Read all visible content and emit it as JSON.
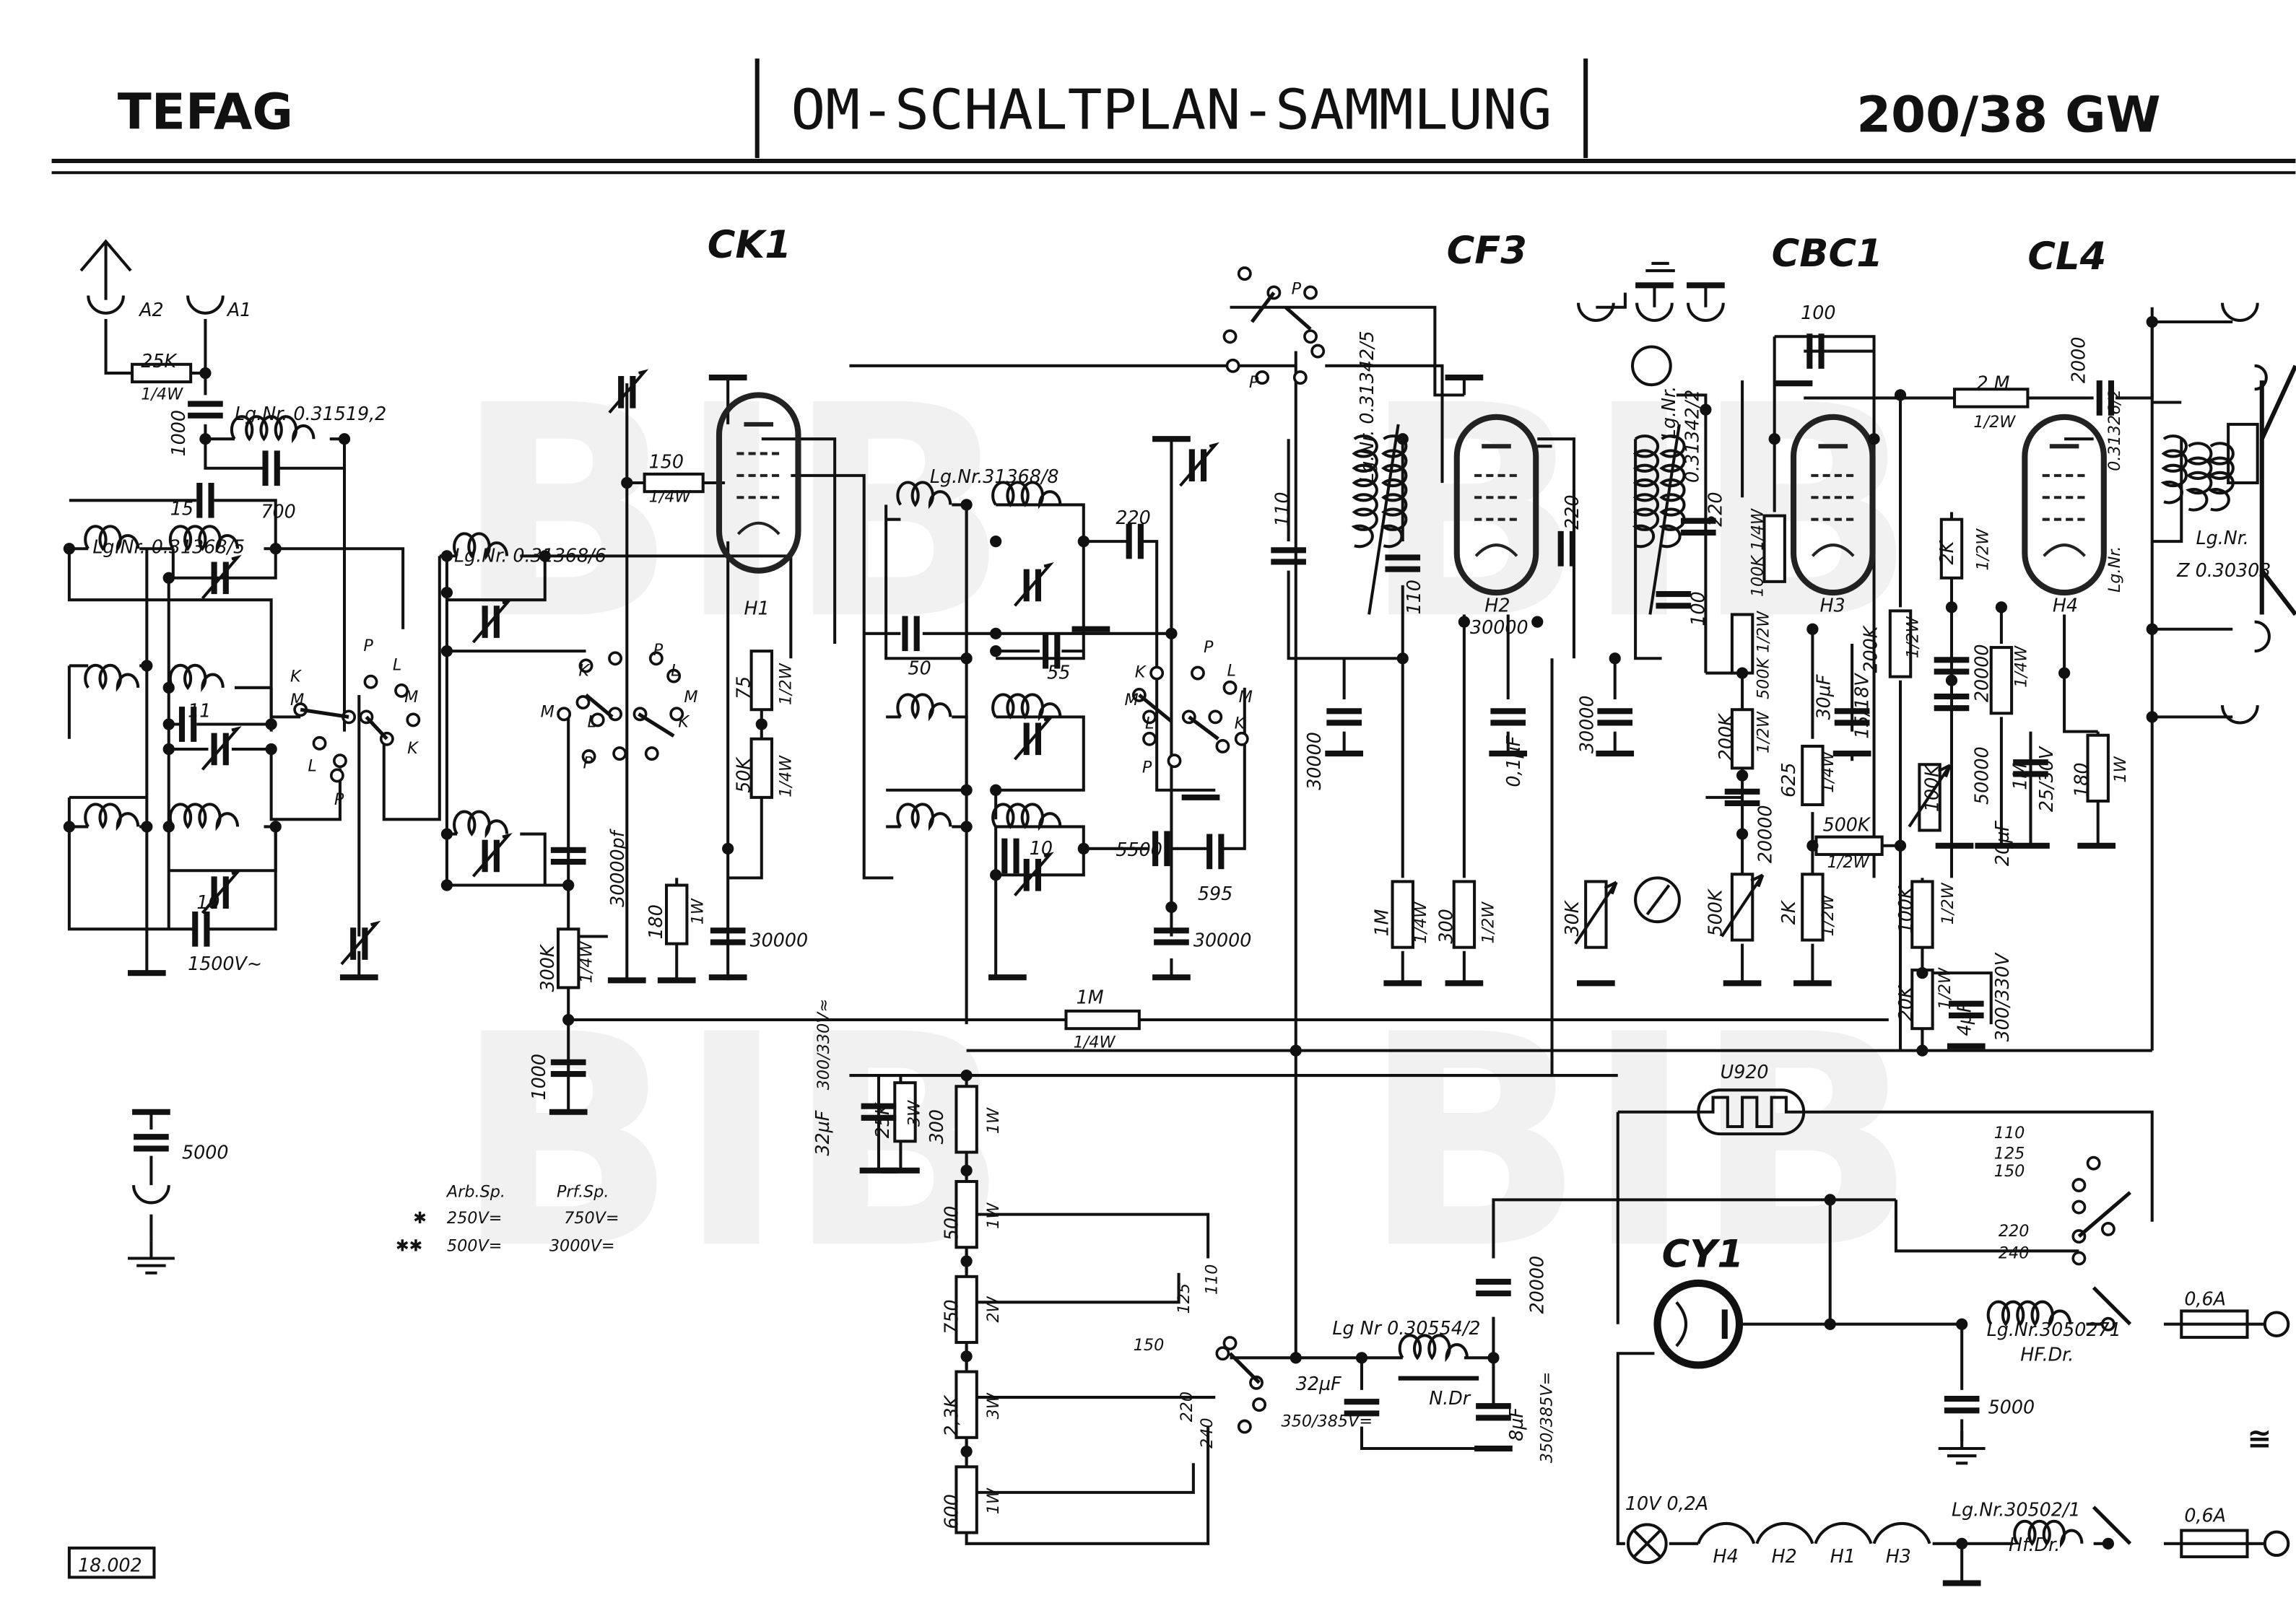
{
  "header": {
    "brand": "TEFAG",
    "title": "OM-SCHALTPLAN-SAMMLUNG",
    "model": "200/38 GW"
  },
  "watermark": "BIB",
  "tubes": {
    "ck1": "CK1",
    "cf3": "CF3",
    "cbc1": "CBC1",
    "cl4": "CL4",
    "cy1": "CY1",
    "u920": "U920"
  },
  "heaters": {
    "h1": "H1",
    "h2": "H2",
    "h3": "H3",
    "h4": "H4"
  },
  "antenna": {
    "a2": "A2",
    "a1": "A1"
  },
  "rf": [
    "25K",
    "1/4W",
    "1000",
    "Lg.Nr. 0.31519,2",
    "700",
    "15",
    "Lg.Nr. 0.31368/5",
    "11",
    "10",
    "1500V~",
    "Lg.Nr. 0.31368/6",
    "150",
    "1/4W",
    "75",
    "1/2W",
    "50K",
    "1/4W",
    "300K",
    "1/4W",
    "30000pf",
    "180",
    "1W",
    "30000",
    "1000"
  ],
  "switch1": [
    "K",
    "M",
    "L",
    "P",
    "P",
    "L",
    "M",
    "K"
  ],
  "switch2": [
    "P",
    "L",
    "M",
    "K",
    "K",
    "M",
    "L",
    "P"
  ],
  "mixer": [
    "Lg.Nr.31368/8",
    "220",
    "50",
    "55",
    "10",
    "5500",
    "595",
    "30000",
    "110",
    "30000",
    "Lg.Nr. 0.31342/5",
    "110"
  ],
  "switch3": [
    "P",
    "L",
    "M",
    "K",
    "K",
    "M",
    "L",
    "P",
    "P",
    "P"
  ],
  "detector": [
    "220",
    "30000",
    "0,1µF",
    "1M",
    "1/4W",
    "300",
    "1/2W",
    "30000",
    "Lg.Nr.",
    "0.31342/2",
    "220",
    "100",
    "100K 1/4W",
    "500K 1/2W",
    "200K",
    "1/2W",
    "20000",
    "30µF",
    "15/18V",
    "200K",
    "1/2W",
    "625",
    "1/4W",
    "500K",
    "1/2W",
    "30K",
    "500K",
    "2K",
    "1/2W",
    "100"
  ],
  "output": [
    "2 M",
    "1/2W",
    "2000",
    "0.31326/2",
    "Lg.Nr.",
    "Lg.Nr.",
    "Z 0.30303",
    "2K",
    "1/2W",
    "20000",
    "1/4W",
    "50000",
    "1M",
    "100K",
    "20µF",
    "25/30V",
    "180",
    "1W",
    "100K",
    "1/2W",
    "20K",
    "1/2W",
    "4µF",
    "300/330V"
  ],
  "supply": [
    "1M",
    "1/4W",
    "32µF",
    "300/330V≈",
    "25K",
    "3W",
    "300",
    "1W",
    "500",
    "1W",
    "750",
    "2W",
    "2,3K",
    "3W",
    "600",
    "1W",
    "110",
    "125",
    "150",
    "220",
    "240",
    "Lg Nr 0.30554/2",
    "N.Dr",
    "32µF",
    "350/385V=",
    "8µF",
    "350/385V=",
    "20000"
  ],
  "mains": [
    "110",
    "125",
    "150",
    "220",
    "240",
    "Lg.Nr.3050271",
    "HF.Dr.",
    "0,6A",
    "5000",
    "10V 0,2A",
    "H4",
    "H2",
    "H1",
    "H3",
    "Lg.Nr.30502/1",
    "Hf.Dr.",
    "0,6A",
    "≅"
  ],
  "legend": {
    "extra_cap": "5000",
    "col1": "Arb.Sp.",
    "col2": "Prf.Sp.",
    "row1_mark": "✱",
    "row1_a": "250V=",
    "row1_b": "750V=",
    "row2_mark": "✱✱",
    "row2_a": "500V=",
    "row2_b": "3000V="
  },
  "footer": {
    "sheet": "18.002"
  }
}
